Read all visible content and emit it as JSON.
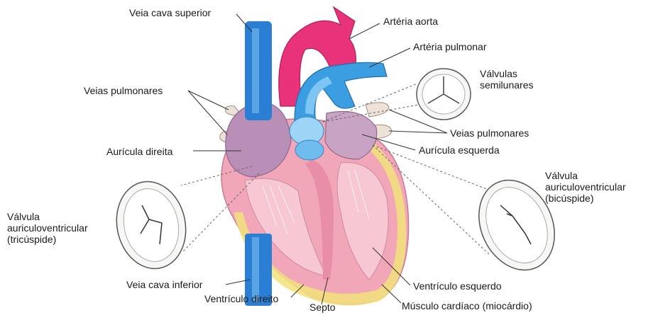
{
  "labels": {
    "veia_cava_superior": "Veia cava superior",
    "arteria_aorta": "Artéria aorta",
    "arteria_pulmonar": "Artéria pulmonar",
    "valvulas_semilunares": "Válvulas\nsemilunares",
    "veias_pulmonares_left": "Veias pulmonares",
    "veias_pulmonares_right": "Veias pulmonares",
    "auricula_direita": "Aurícula direita",
    "auricula_esquerda": "Aurícula esquerda",
    "valvula_tricuspide": "Válvula\nauriculoventricular\n(tricúspide)",
    "valvula_bicuspide": "Válvula\nauriculoventricular\n(bicúspide)",
    "veia_cava_inferior": "Veia cava inferior",
    "ventriculo_direito": "Ventrículo direito",
    "septo": "Septo",
    "ventriculo_esquerdo": "Ventrículo esquerdo",
    "musculo_cardiaco": "Músculo cardíaco (miocárdio)"
  },
  "colors": {
    "vena_cava": "#2a7fd4",
    "aorta": "#e8327a",
    "pulmonary_artery": "#3a9ee0",
    "myocardium": "#f2a7b8",
    "atrium": "#b98fb8",
    "pericardium_fat": "#f2e27a",
    "leader_line": "#333333"
  }
}
